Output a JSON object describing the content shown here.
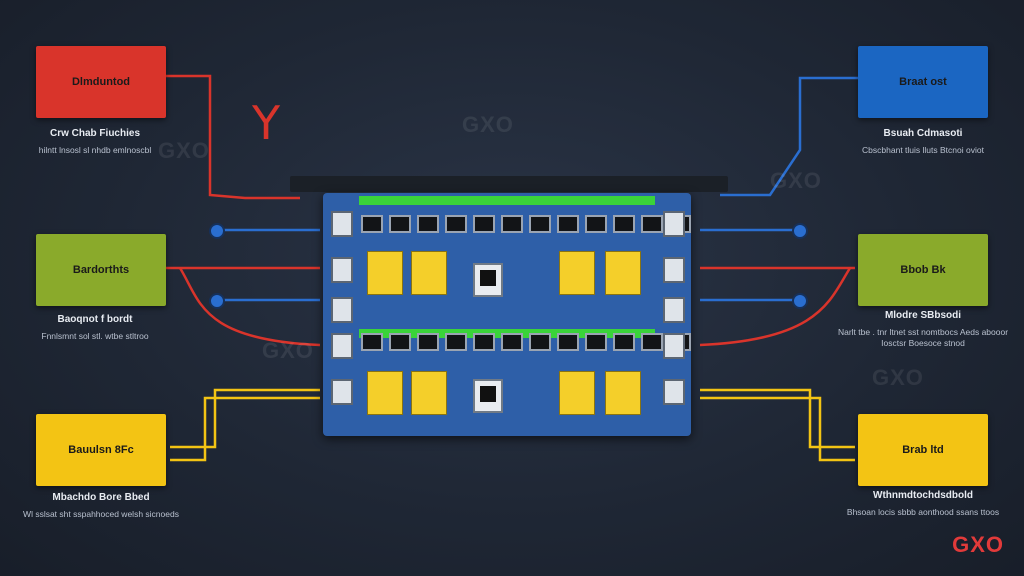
{
  "colors": {
    "red": "#d9342b",
    "green": "#8aaa2b",
    "yellow": "#f3c414",
    "blue": "#1b66c2",
    "switch_body": "#2e5fa8",
    "brand": "#e23a3a"
  },
  "left_boxes": [
    {
      "label": "Dlmduntod",
      "title": "Crw Chab Fiuchies",
      "desc": "hilntt lnsosl sl nhdb emlnoscbl"
    },
    {
      "label": "Bardorthts",
      "title": "Baoqnot f bordt",
      "desc": "Fnnlsmnt sol stl. wtbe stltroo"
    },
    {
      "label": "Bauulsn 8Fc",
      "title": "Mbachdo Bore Bbed",
      "desc": "Wl sslsat sht sspahhoced welsh sicnoeds"
    }
  ],
  "right_boxes": [
    {
      "label": "Braat ost",
      "title": "Bsuah Cdmasoti",
      "desc": "Cbscbhant tluis lluts Btcnoi oviot"
    },
    {
      "label": "Bbob Bk",
      "title": "Mlodre SBbsodi",
      "desc": "Narlt tbe . tnr ltnet sst nomtbocs Aeds abooor Iosctsr Boesoce stnod"
    },
    {
      "label": "Brab ltd",
      "title": "Wthnmdtochdsdbold",
      "desc": "Bhsoan locis sbbb aonthood ssans ttoos"
    }
  ],
  "icon_y": "Y",
  "watermarks": [
    "GXO",
    "GXO",
    "GXO",
    "GXO",
    "GXO"
  ],
  "brand": "GXO"
}
